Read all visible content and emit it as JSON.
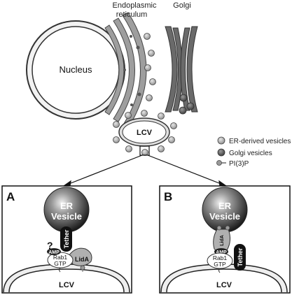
{
  "top": {
    "er_label_line1": "Endoplasmic",
    "er_label_line2": "reticulum",
    "golgi_label": "Golgi",
    "nucleus_label": "Nucleus",
    "lcv_label": "LCV"
  },
  "legend": {
    "items": [
      {
        "label": "ER-derived vesicles",
        "color": "#b3b3b3"
      },
      {
        "label": "Golgi vesicles",
        "color": "#5a5a5a"
      },
      {
        "label": "PI(3)P",
        "color": "#9a9a9a"
      }
    ]
  },
  "panel_a": {
    "letter": "A",
    "vesicle_line1": "ER",
    "vesicle_line2": "Vesicle",
    "tether_label": "Tether",
    "question_mark": "?",
    "amp_label": "AMP",
    "rab1_line1": "Rab1",
    "rab1_line2": "GTP",
    "lida_label": "LidA",
    "lcv_label": "LCV"
  },
  "panel_b": {
    "letter": "B",
    "vesicle_line1": "ER",
    "vesicle_line2": "Vesicle",
    "lida_label": "LidA",
    "amp_label": "AMP",
    "rab1_line1": "Rab1",
    "rab1_line2": "GTP",
    "tether_label": "Tether",
    "lcv_label": "LCV"
  }
}
